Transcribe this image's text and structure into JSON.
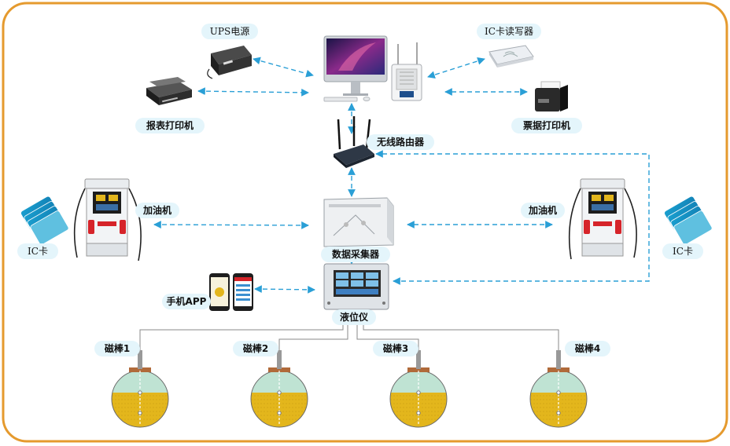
{
  "labels": {
    "ups": "UPS电源",
    "ic_reader": "IC卡读写器",
    "report_printer": "报表打印机",
    "receipt_printer": "票据打印机",
    "router": "无线路由器",
    "dispenser_left": "加油机",
    "dispenser_right": "加油机",
    "ic_card_left": "IC卡",
    "ic_card_right": "IC卡",
    "data_collector": "数据采集器",
    "mobile_app": "手机APP",
    "level_gauge": "液位仪",
    "probes": [
      "磁棒1",
      "磁棒2",
      "磁棒3",
      "磁棒4"
    ]
  },
  "colors": {
    "frame": "#e59a2e",
    "arrow": "#2a9fd6",
    "label_bg": "#e4f5fb",
    "oil": "#e3b61c",
    "tank_top": "#bfe3d3",
    "dispenser_red": "#d6242a"
  }
}
